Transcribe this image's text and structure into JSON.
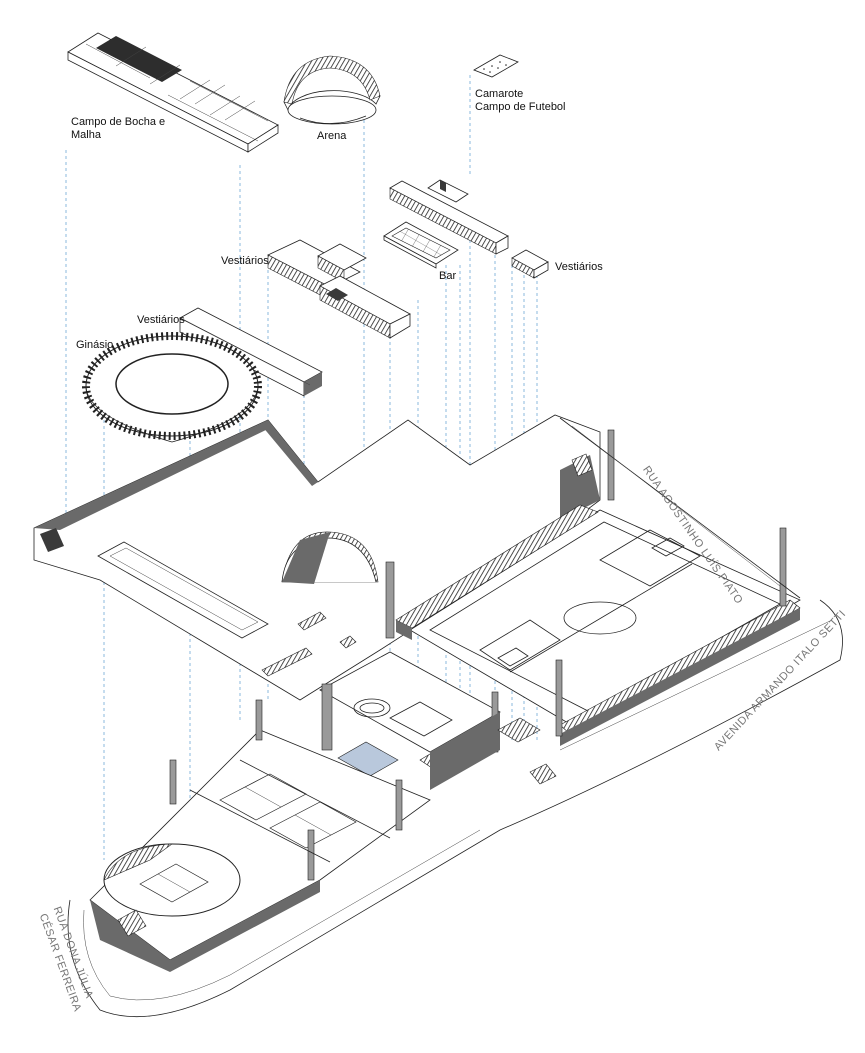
{
  "labels": {
    "bocha": "Campo de Bocha e",
    "bocha_line2": "Malha",
    "arena": "Arena",
    "camarote": "Camarote",
    "camarote_line2": "Campo de Futebol",
    "vestiarios_center": "Vestiários",
    "vestiarios_right": "Vestiários",
    "vestiarios_left": "Vestiários",
    "bar": "Bar",
    "ginasio": "Ginásio"
  },
  "streets": {
    "agostinho": "RUA AGOSTINHO LUÍS PIATO",
    "armando": "AVENIDA ARMANDO ITALO SETTI",
    "julia_line1": "RUA DONA JÚLIA",
    "julia_line2": "CÉSAR FERREIRA"
  },
  "colors": {
    "guide_lines": "#6fa8d6",
    "pool": "#b9c8dc"
  }
}
